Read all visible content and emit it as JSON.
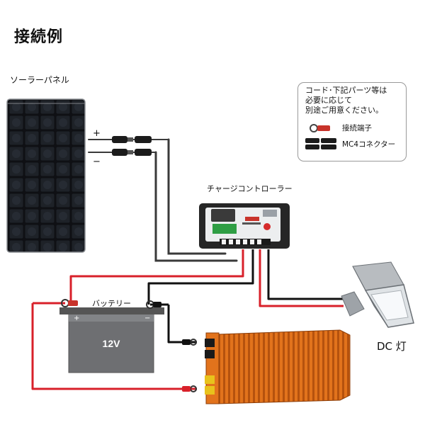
{
  "title": "接続例",
  "solar_panel": {
    "label": "ソーラーパネル",
    "plus_sign": "+",
    "minus_sign": "−"
  },
  "controller": {
    "label": "チャージコントローラー"
  },
  "battery": {
    "label": "バッテリー",
    "voltage": "12V"
  },
  "lamp": {
    "label": "DC 灯"
  },
  "note": {
    "text": "コード･下記パーツ等は\n必要に応じて\n別途ご用意ください。",
    "items": [
      {
        "label": "接続端子",
        "icon": "ring-terminal-icon"
      },
      {
        "label": "MC4コネクター",
        "icon": "mc4-connector-icon"
      }
    ]
  },
  "colors": {
    "positive_wire": "#d8202a",
    "negative_wire": "#111111",
    "panel_wire": "#3a3a3a",
    "inverter_body": "#e2731c",
    "battery_body": "#6e6f72"
  }
}
